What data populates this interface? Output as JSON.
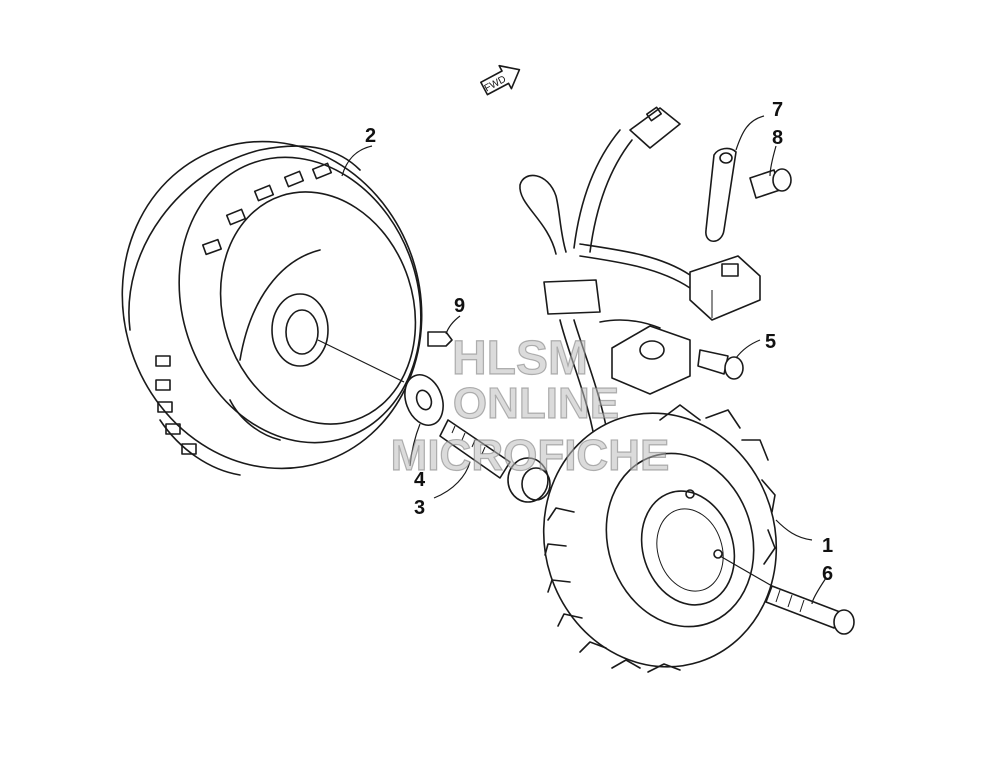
{
  "callouts": [
    {
      "id": "1",
      "label": "1"
    },
    {
      "id": "2",
      "label": "2"
    },
    {
      "id": "3",
      "label": "3"
    },
    {
      "id": "4",
      "label": "4"
    },
    {
      "id": "5",
      "label": "5"
    },
    {
      "id": "6",
      "label": "6"
    },
    {
      "id": "7",
      "label": "7"
    },
    {
      "id": "8",
      "label": "8"
    },
    {
      "id": "9",
      "label": "9"
    }
  ],
  "fwd_arrow": {
    "label": "FWD"
  },
  "watermark": {
    "line1": "HLSM",
    "line2": "ONLINE",
    "line3": "MICROFICHE"
  }
}
